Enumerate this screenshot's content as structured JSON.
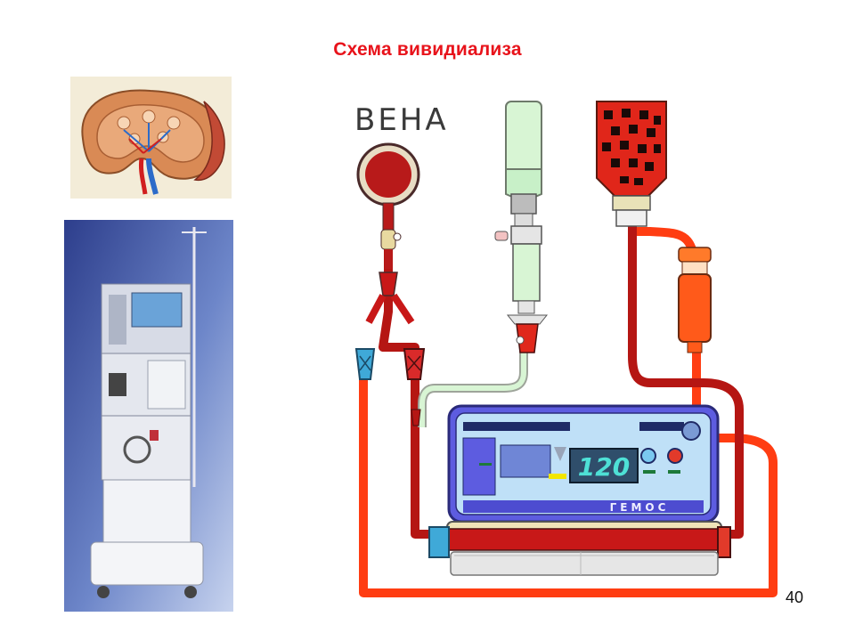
{
  "slide": {
    "title": "Схема вивидиализа",
    "page_number": "40"
  },
  "scheme": {
    "vein_label": "ВЕНА",
    "device_name": "ГЕМОС",
    "display_value": "120"
  },
  "colors": {
    "title": "#e8131b",
    "blood_dark": "#b51613",
    "blood_bright": "#ff3d12",
    "device_body": "#5d5ce0",
    "device_panel": "#bfe0f7",
    "display": "#2f4e6b",
    "saline": "#c8f0c8"
  }
}
